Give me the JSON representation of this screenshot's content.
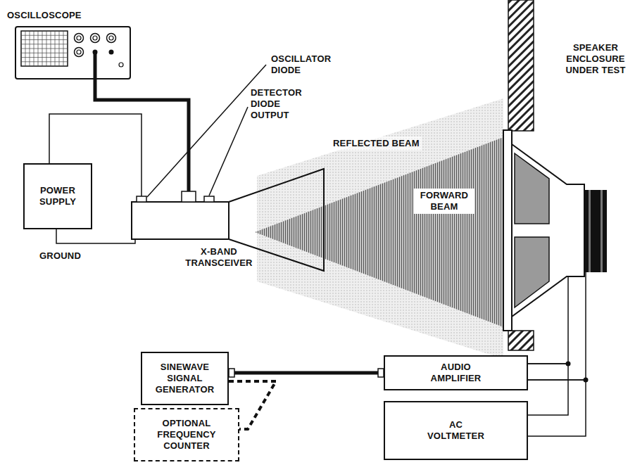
{
  "diagram": {
    "nodes": [
      {
        "text": [
          "OSCILLOSCOPE"
        ]
      },
      {
        "text": [
          "POWER SUPPLY"
        ]
      },
      {
        "text": [
          "X-BAND TRANSCEIVER"
        ]
      },
      {
        "text": [
          "SPEAKER ENCLOSURE UNDER TEST"
        ]
      },
      {
        "text": [
          "SINEWAVE SIGNAL GENERATOR"
        ]
      },
      {
        "text": [
          "AUDIO AMPLIFIER"
        ]
      },
      {
        "text": [
          "OPTIONAL FREQUENCY COUNTER"
        ]
      },
      {
        "text": [
          "AC VOLTMETER"
        ]
      }
    ],
    "edges": [
      {
        "from": 0,
        "to": 2,
        "arrow": "none"
      },
      {
        "from": 1,
        "to": 2,
        "arrow": "none"
      },
      {
        "from": 1,
        "to": 2,
        "arrow": "none"
      },
      {
        "from": 4,
        "to": 5,
        "arrow": "none"
      },
      {
        "from": 4,
        "to": 6,
        "arrow": "none"
      },
      {
        "from": 5,
        "to": 3,
        "arrow": "none"
      },
      {
        "from": 5,
        "to": 7,
        "arrow": "none"
      }
    ],
    "labels": [
      "OSCILLATOR DIODE",
      "DETECTOR DIODE OUTPUT",
      "REFLECTED BEAM",
      "FORWARD BEAM",
      "GROUND"
    ]
  }
}
